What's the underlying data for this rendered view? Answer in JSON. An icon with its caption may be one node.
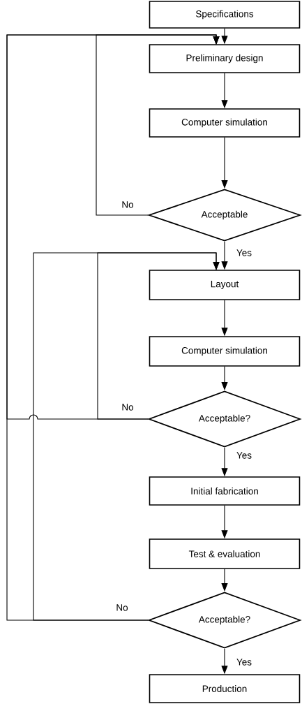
{
  "diagram": {
    "nodes": [
      {
        "text": [
          "Specifications"
        ]
      },
      {
        "text": [
          "Preliminary design"
        ]
      },
      {
        "text": [
          "Computer simulation"
        ]
      },
      {
        "text": [
          "Acceptable"
        ]
      },
      {
        "text": [
          "Layout"
        ]
      },
      {
        "text": [
          "Computer simulation"
        ]
      },
      {
        "text": [
          "Acceptable?"
        ]
      },
      {
        "text": [
          "Initial fabrication"
        ]
      },
      {
        "text": [
          "Test & evaluation"
        ]
      },
      {
        "text": [
          "Acceptable?"
        ]
      },
      {
        "text": [
          "Production"
        ]
      }
    ],
    "edges": [
      {
        "from": 0,
        "to": 1,
        "arrow": "to"
      },
      {
        "from": 1,
        "to": 2,
        "arrow": "to"
      },
      {
        "from": 2,
        "to": 3,
        "arrow": "to"
      },
      {
        "from": 3,
        "to": 1,
        "arrow": "to",
        "label": "No"
      },
      {
        "from": 3,
        "to": 4,
        "arrow": "to",
        "label": "Yes"
      },
      {
        "from": 4,
        "to": 5,
        "arrow": "to"
      },
      {
        "from": 5,
        "to": 6,
        "arrow": "to"
      },
      {
        "from": 6,
        "to": 4,
        "arrow": "to",
        "label": "No"
      },
      {
        "from": 6,
        "to": 1,
        "arrow": "to"
      },
      {
        "from": 6,
        "to": 7,
        "arrow": "to",
        "label": "Yes"
      },
      {
        "from": 7,
        "to": 8,
        "arrow": "to"
      },
      {
        "from": 8,
        "to": 9,
        "arrow": "to"
      },
      {
        "from": 9,
        "to": 4,
        "arrow": "to",
        "label": "No"
      },
      {
        "from": 9,
        "to": 1,
        "arrow": "to"
      },
      {
        "from": 9,
        "to": 10,
        "arrow": "to",
        "label": "Yes"
      }
    ]
  }
}
